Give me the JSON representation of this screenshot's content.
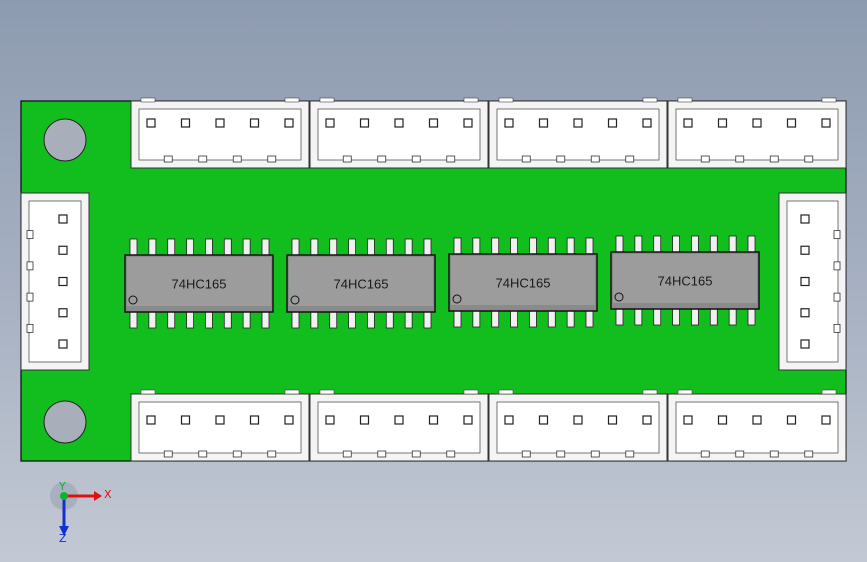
{
  "board": {
    "color": "#12be1e",
    "outline": "#0a0a0a",
    "mounting_holes": 2
  },
  "chips": [
    {
      "label": "74HC165"
    },
    {
      "label": "74HC165"
    },
    {
      "label": "74HC165"
    },
    {
      "label": "74HC165"
    }
  ],
  "connectors": {
    "top_count": 4,
    "bottom_count": 4,
    "side_count": 2,
    "pins_per_connector": 5
  },
  "triad": {
    "x_label": "X",
    "y_label": "Y",
    "z_label": "Z",
    "x_color": "#e01010",
    "y_color": "#10b030",
    "z_color": "#1030d0"
  }
}
